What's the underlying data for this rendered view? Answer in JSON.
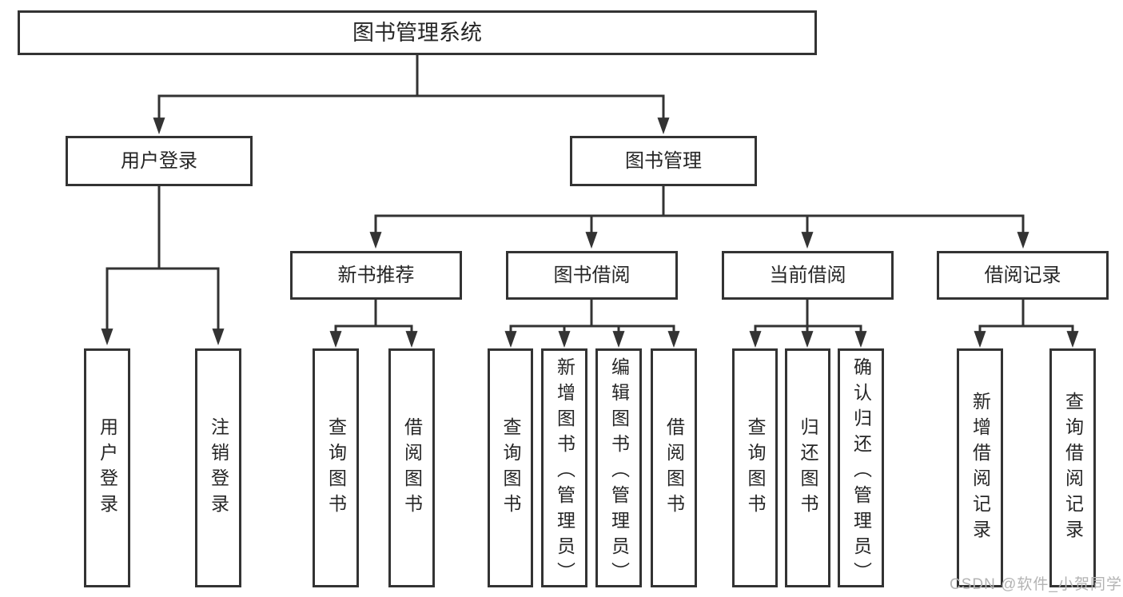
{
  "diagram": {
    "tree": {
      "label": "图书管理系统",
      "children": [
        {
          "label": "用户登录",
          "children": [
            {
              "label": "用户登录"
            },
            {
              "label": "注销登录"
            }
          ]
        },
        {
          "label": "图书管理",
          "children": [
            {
              "label": "新书推荐",
              "children": [
                {
                  "label": "查询图书"
                },
                {
                  "label": "借阅图书"
                }
              ]
            },
            {
              "label": "图书借阅",
              "children": [
                {
                  "label": "查询图书"
                },
                {
                  "label": "新增图书（管理员）"
                },
                {
                  "label": "编辑图书（管理员）"
                },
                {
                  "label": "借阅图书"
                }
              ]
            },
            {
              "label": "当前借阅",
              "children": [
                {
                  "label": "查询图书"
                },
                {
                  "label": "归还图书"
                },
                {
                  "label": "确认归还（管理员）"
                }
              ]
            },
            {
              "label": "借阅记录",
              "children": [
                {
                  "label": "新增借阅记录"
                },
                {
                  "label": "查询借阅记录"
                }
              ]
            }
          ]
        }
      ]
    }
  },
  "watermark": "CSDN @软件_小贺同学",
  "colors": {
    "line": "#333333",
    "box_border": "#333333",
    "text": "#262626",
    "watermark": "#b3b3b3",
    "background": "#ffffff"
  }
}
